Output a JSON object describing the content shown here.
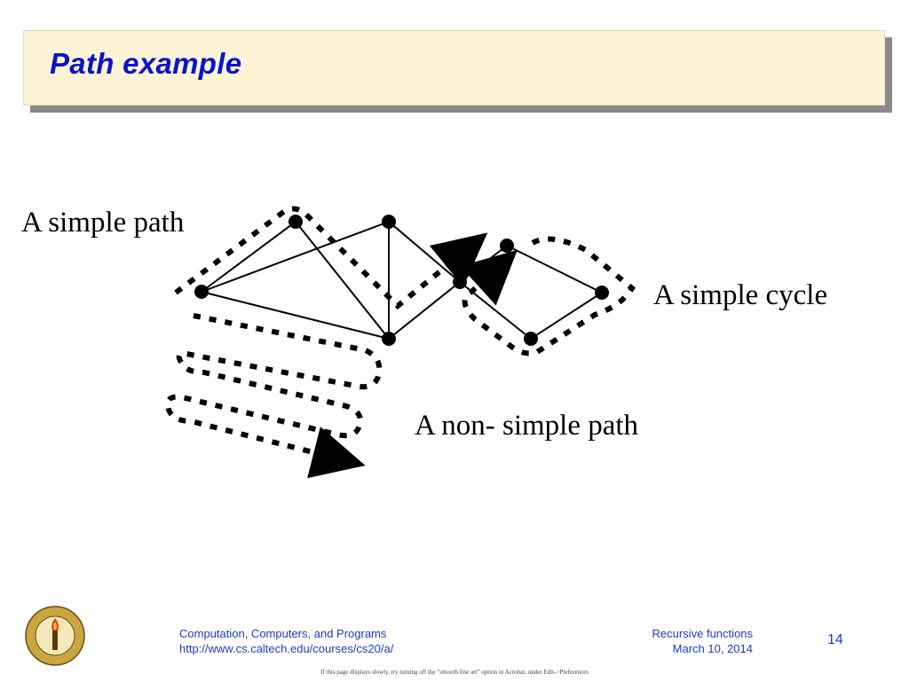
{
  "slide": {
    "title": "Path example",
    "colors": {
      "title_background": "#fdf3d6",
      "title_shadow": "#8a8a8a",
      "title_text": "#0a14c8",
      "footer_text": "#1a3cc8"
    }
  },
  "diagram": {
    "labels": {
      "simple_path": "A simple path",
      "simple_cycle": "A simple cycle",
      "non_simple_path": "A non- simple path"
    }
  },
  "footer": {
    "course_name": "Computation, Computers, and Programs",
    "course_url": "http://www.cs.caltech.edu/courses/cs20/a/",
    "topic": "Recursive functions",
    "date": "March 10, 2014",
    "page_number": "14",
    "note": "If this page displays slowly, try turning off the “smooth line art” option in Acrobat, under Edit->Preferences",
    "logo_icon": "caltech-seal-icon"
  }
}
